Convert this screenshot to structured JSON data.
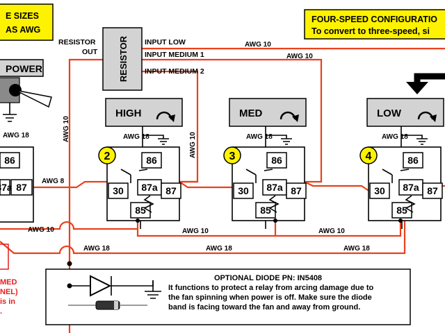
{
  "wire_sizes_note": [
    "E SIZES",
    "AS AWG"
  ],
  "config_note": [
    "FOUR-SPEED CONFIGURATIO",
    "To convert to three-speed, si"
  ],
  "resistor": {
    "label": "RESISTOR",
    "out_label": [
      "RESISTOR",
      "OUT"
    ]
  },
  "inputs": [
    "INPUT LOW",
    "INPUT MEDIUM 1",
    "INPUT MEDIUM 2"
  ],
  "power_label": "POWER",
  "controls": [
    {
      "name": "HIGH",
      "badge": "2"
    },
    {
      "name": "MED",
      "badge": "3"
    },
    {
      "name": "LOW",
      "badge": "4"
    }
  ],
  "pins": {
    "p86": "86",
    "p30": "30",
    "p87a": "87a",
    "p87": "87",
    "p85": "85"
  },
  "awg": {
    "a10": "AWG 10",
    "a18": "AWG 18",
    "a8": "AWG 8"
  },
  "diode_note": {
    "title": "OPTIONAL DIODE PN: IN5408",
    "lines": [
      "It functions to protect a relay from arcing damage due to",
      "the fan spinning when power is off.  Make sure the diode",
      "band is facing toward the fan and away from ground."
    ]
  },
  "left_red_note": [
    "MED",
    "NEL)",
    "is in",
    "."
  ],
  "colors": {
    "wire_power": "#e8401c",
    "control_fill": "#d3d3d3",
    "highlight": "#fdf200",
    "warning_text": "#e81c1c"
  }
}
